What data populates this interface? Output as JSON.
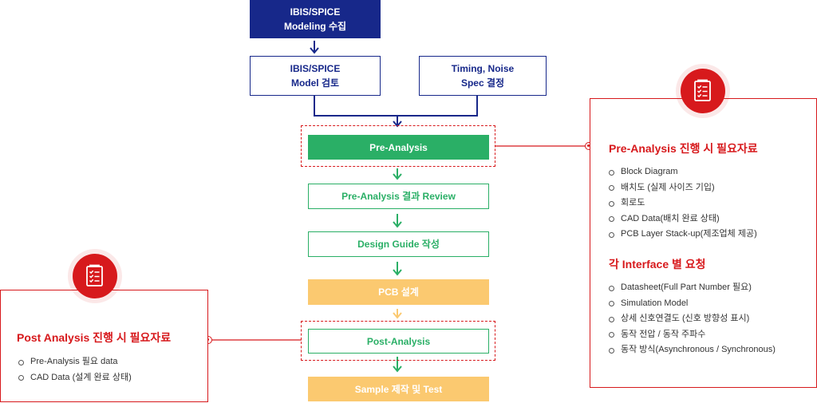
{
  "flow": {
    "step1_line1": "IBIS/SPICE",
    "step1_line2": "Modeling 수집",
    "step2a_line1": "IBIS/SPICE",
    "step2a_line2": "Model 검토",
    "step2b_line1": "Timing, Noise",
    "step2b_line2": "Spec 결정",
    "pre_analysis": "Pre-Analysis",
    "review": "Pre-Analysis 결과 Review",
    "design_guide": "Design Guide 작성",
    "pcb_design": "PCB 설계",
    "post_analysis": "Post-Analysis",
    "sample": "Sample 제작 및 Test"
  },
  "left_panel": {
    "icon": "checklist-document-icon",
    "title": "Post Analysis 진행 시 필요자료",
    "items": [
      "Pre-Analysis 필요 data",
      "CAD Data (설계 완료 상태)"
    ]
  },
  "right_panel": {
    "icon": "checklist-document-icon",
    "title1": "Pre-Analysis 진행 시 필요자료",
    "items1": [
      "Block Diagram",
      "배치도 (실제 사이즈 기입)",
      "회로도",
      "CAD Data(배치 완료 상태)",
      "PCB Layer Stack-up(제조업체 제공)"
    ],
    "title2": "각 Interface 별 요청",
    "items2": [
      "Datasheet(Full Part Number 필요)",
      "Simulation Model",
      "상세 신호연결도 (신호 방향성 표시)",
      "동작 전압 / 동작 주파수",
      "동작 방식(Asynchronous / Synchronous)"
    ]
  },
  "colors": {
    "navy": "#17288a",
    "green": "#2aaf66",
    "orange": "#fbc970",
    "red": "#d7191c"
  }
}
